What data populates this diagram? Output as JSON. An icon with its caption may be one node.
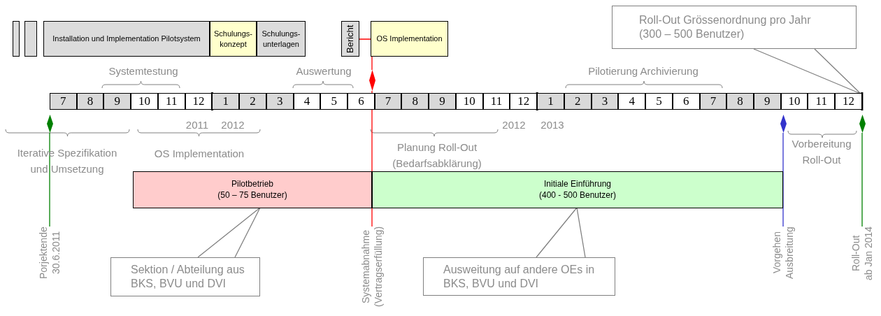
{
  "diagram": {
    "nodes": [
      {
        "text": [],
        "shape": "box"
      },
      {
        "text": [],
        "shape": "box"
      },
      {
        "text": [
          "Installation und Implementation Pilotsystem"
        ]
      },
      {
        "text": [
          "Schulungs- konzept"
        ]
      },
      {
        "text": [
          "Schulungs- unterlagen"
        ]
      },
      {
        "text": [
          "Bericht"
        ]
      },
      {
        "text": [
          "OS Implementation"
        ]
      },
      {
        "text": [
          "Roll-Out Grössenordnung pro Jahr (300 – 500 Benutzer)"
        ]
      },
      {
        "text": [
          "7"
        ]
      },
      {
        "text": [
          "8"
        ]
      },
      {
        "text": [
          "9"
        ]
      },
      {
        "text": [
          "10"
        ]
      },
      {
        "text": [
          "11"
        ]
      },
      {
        "text": [
          "12"
        ]
      },
      {
        "text": [
          "1"
        ]
      },
      {
        "text": [
          "2"
        ]
      },
      {
        "text": [
          "3"
        ]
      },
      {
        "text": [
          "4"
        ]
      },
      {
        "text": [
          "5"
        ]
      },
      {
        "text": [
          "6"
        ]
      },
      {
        "text": [
          "7"
        ]
      },
      {
        "text": [
          "8"
        ]
      },
      {
        "text": [
          "9"
        ]
      },
      {
        "text": [
          "10"
        ]
      },
      {
        "text": [
          "11"
        ]
      },
      {
        "text": [
          "12"
        ]
      },
      {
        "text": [
          "1"
        ]
      },
      {
        "text": [
          "2"
        ]
      },
      {
        "text": [
          "3"
        ]
      },
      {
        "text": [
          "4"
        ]
      },
      {
        "text": [
          "5"
        ]
      },
      {
        "text": [
          "6"
        ]
      },
      {
        "text": [
          "7"
        ]
      },
      {
        "text": [
          "8"
        ]
      },
      {
        "text": [
          "9"
        ]
      },
      {
        "text": [
          "10"
        ]
      },
      {
        "text": [
          "11"
        ]
      },
      {
        "text": [
          "12"
        ]
      },
      {
        "text": [
          "Pilotbetrieb",
          "(50 – 75 Benutzer)"
        ]
      },
      {
        "text": [
          "Initiale Einführung",
          "(400 - 500 Benutzer)"
        ]
      },
      {
        "text": [
          "Sektion / Abteilung aus BKS, BVU und DVI"
        ]
      },
      {
        "text": [
          "Ausweitung auf andere OEs in BKS, BVU und DVI"
        ]
      },
      {
        "text": [],
        "shape": "diamond"
      },
      {
        "text": [],
        "shape": "diamond"
      },
      {
        "text": [],
        "shape": "diamond"
      },
      {
        "text": [],
        "shape": "diamond"
      },
      {
        "text": [
          "Porjektende",
          "30.6.2011"
        ]
      },
      {
        "text": [
          "Systemabnahme",
          "(Vertragserfüllung)"
        ]
      },
      {
        "text": [
          "Vorgehen",
          "Ausbreitung"
        ]
      },
      {
        "text": [
          "Roll-Out",
          "ab Jan 2014"
        ]
      }
    ],
    "edges": [
      {
        "from": 42,
        "to": 46,
        "arrow": "none",
        "color": "#008000"
      },
      {
        "from": 5,
        "to": 43,
        "arrow": "none",
        "color": "#ff0000"
      },
      {
        "from": 43,
        "to": 47,
        "arrow": "none",
        "color": "#ff0000"
      },
      {
        "from": 44,
        "to": 48,
        "arrow": "none",
        "color": "#3333cc"
      },
      {
        "from": 45,
        "to": 49,
        "arrow": "none",
        "color": "#008000"
      },
      {
        "from": 40,
        "to": 38,
        "arrow": "none"
      },
      {
        "from": 41,
        "to": 39,
        "arrow": "none"
      },
      {
        "from": 7,
        "to": 37,
        "arrow": "none"
      }
    ],
    "labels": [
      "Systemtestung",
      "Auswertung",
      "Pilotierung Archivierung",
      "2011",
      "2012",
      "2012",
      "2013",
      "Iterative Spezifikation und Umsetzung",
      "OS Implementation",
      "Planung Roll-Out (Bedarfsabklärung)",
      "Vorbereitung Roll-Out"
    ]
  }
}
